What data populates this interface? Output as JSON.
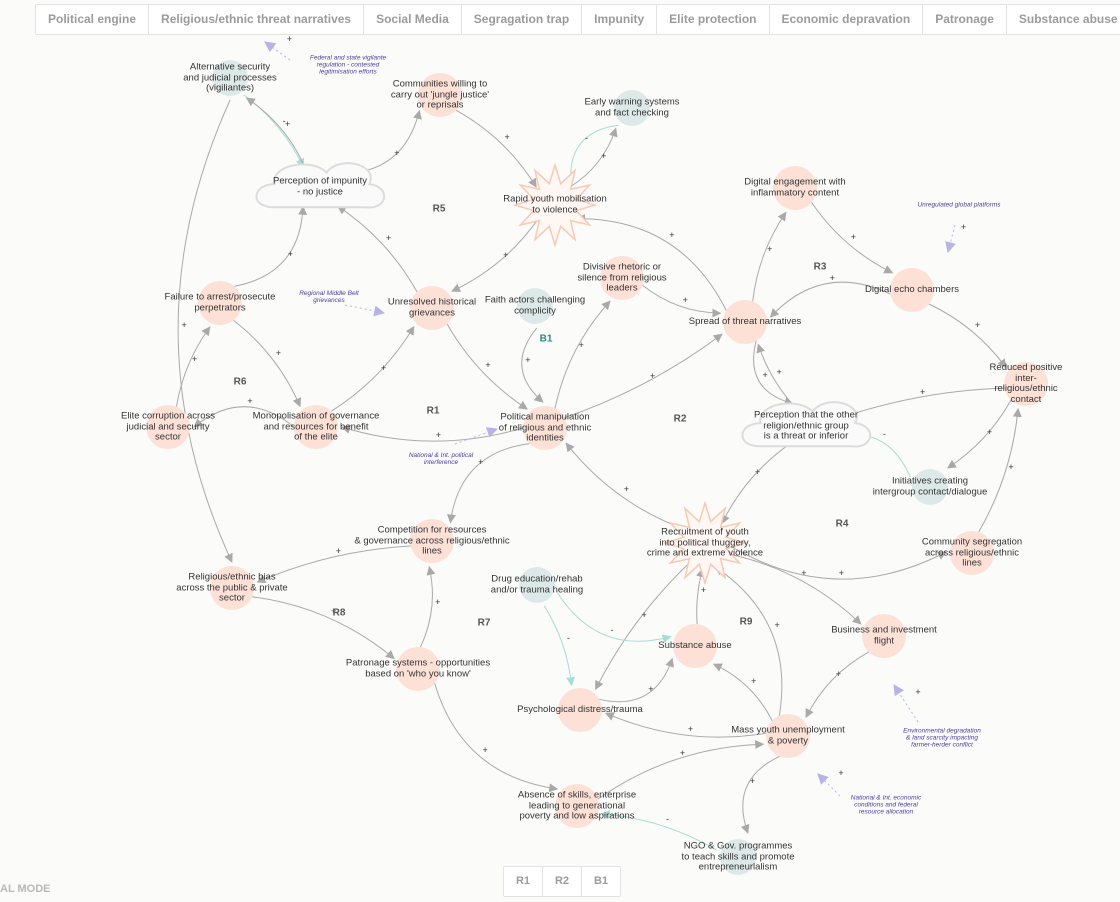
{
  "tabs": [
    "Political engine",
    "Religious/ethnic threat narratives",
    "Social Media",
    "Segragation trap",
    "Impunity",
    "Elite protection",
    "Economic depravation",
    "Patronage",
    "Substance abuse"
  ],
  "loop_buttons": [
    "R1",
    "R2",
    "B1"
  ],
  "mode_label": "AL MODE",
  "colors": {
    "factor": "#fde1d6",
    "intervention": "#dde9e8",
    "perception": "#efefef",
    "arrow": "#a9a9a9",
    "balancing_arrow": "#a6ddd6",
    "external": "#b8b3e6",
    "note_text": "#4b3e9e",
    "text": "#333333"
  },
  "nodes": [
    {
      "id": "alt",
      "label": "Alternative security\nand judicial processes\n(vigiliantes)",
      "kind": "intervention"
    },
    {
      "id": "comm",
      "label": "Communities willing to\ncarry out 'jungle justice'\nor reprisals",
      "kind": "factor"
    },
    {
      "id": "early",
      "label": "Early warning systems\nand fact checking",
      "kind": "intervention"
    },
    {
      "id": "imp",
      "label": "Perception of impunity\n- no justice",
      "kind": "perception"
    },
    {
      "id": "rapid",
      "label": "Rapid youth mobilisation\nto violence",
      "kind": "event"
    },
    {
      "id": "dige",
      "label": "Digital engagement with\ninflammatory content",
      "kind": "factor"
    },
    {
      "id": "echo",
      "label": "Digital echo chambers",
      "kind": "factor"
    },
    {
      "id": "fail",
      "label": "Failure to arrest/prosecute\nperpetrators",
      "kind": "factor"
    },
    {
      "id": "unres",
      "label": "Unresolved historical\ngrievances",
      "kind": "factor"
    },
    {
      "id": "faith",
      "label": "Faith actors challenging\ncomplicity",
      "kind": "intervention"
    },
    {
      "id": "divis",
      "label": "Divisive rhetoric or\nsilence from religious\nleaders",
      "kind": "factor"
    },
    {
      "id": "spread",
      "label": "Spread of threat narratives",
      "kind": "factor"
    },
    {
      "id": "reduced",
      "label": "Reduced positive inter-\nreligious/ethnic contact",
      "kind": "factor"
    },
    {
      "id": "elite",
      "label": "Elite corruption across\njudicial and security\nsector",
      "kind": "factor"
    },
    {
      "id": "mono",
      "label": "Monopolisation of governance\nand resources for benefit\nof the elite",
      "kind": "factor"
    },
    {
      "id": "polman",
      "label": "Political manipulation\nof religious and ethnic\nidentities",
      "kind": "factor"
    },
    {
      "id": "percep",
      "label": "Perception that the other\nreligion/ethnic group\nis a threat or inferior",
      "kind": "perception"
    },
    {
      "id": "init",
      "label": "Initiatives creating\nintergroup contact/dialogue",
      "kind": "intervention"
    },
    {
      "id": "compet",
      "label": "Competition for resources\n& governance across religious/ethnic\nlines",
      "kind": "factor"
    },
    {
      "id": "recruit",
      "label": "Recruitment of youth\ninto political thuggery,\ncrime and extreme violence",
      "kind": "event"
    },
    {
      "id": "commseg",
      "label": "Community segregation\nacross religious/ethnic\nlines",
      "kind": "factor"
    },
    {
      "id": "bias",
      "label": "Religious/ethnic bias\nacross the public & private\nsector",
      "kind": "factor"
    },
    {
      "id": "drug",
      "label": "Drug education/rehab\nand/or trauma healing",
      "kind": "intervention"
    },
    {
      "id": "subst",
      "label": "Substance abuse",
      "kind": "factor"
    },
    {
      "id": "business",
      "label": "Business and investment\nflight",
      "kind": "factor"
    },
    {
      "id": "patron",
      "label": "Patronage systems - opportunities\nbased on 'who you know'",
      "kind": "factor"
    },
    {
      "id": "psych",
      "label": "Psychological distress/trauma",
      "kind": "factor"
    },
    {
      "id": "mass",
      "label": "Mass youth unemployment\n& poverty",
      "kind": "factor"
    },
    {
      "id": "absence",
      "label": "Absence of skills, enterprise\nleading to generational\npoverty and low aspirations",
      "kind": "factor"
    },
    {
      "id": "ngo",
      "label": "NGO & Gov. programmes\nto teach skills and promote\nentrepreneurlalism",
      "kind": "intervention"
    }
  ],
  "notes": [
    {
      "id": "fed",
      "text": "Federal and state vigilante\nregulation - contested\nlegitimisation efforts"
    },
    {
      "id": "unreg",
      "text": "Unregulated global platforms"
    },
    {
      "id": "regional",
      "text": "Regional Middle Belt\ngrievances"
    },
    {
      "id": "natint",
      "text": "National & Int. political\ninterference"
    },
    {
      "id": "env",
      "text": "Environmental degradation\n& land scarcity impacting\nfarmer-herder conflict"
    },
    {
      "id": "econ",
      "text": "National & Int. economic\nconditions and federal\nresource allocation"
    }
  ],
  "loops": [
    "R5",
    "R3",
    "R6",
    "R1",
    "B1",
    "R2",
    "R4",
    "R8",
    "R7",
    "R9"
  ],
  "links": [
    {
      "from": "alt",
      "to": "imp",
      "sign": "-"
    },
    {
      "from": "imp",
      "to": "alt",
      "sign": "+"
    },
    {
      "from": "imp",
      "to": "comm",
      "sign": "+"
    },
    {
      "from": "comm",
      "to": "rapid",
      "sign": "+"
    },
    {
      "from": "rapid",
      "to": "early",
      "sign": "+"
    },
    {
      "from": "early",
      "to": "rapid",
      "sign": "-"
    },
    {
      "from": "rapid",
      "to": "unres",
      "sign": "+"
    },
    {
      "from": "unres",
      "to": "imp",
      "sign": "+"
    },
    {
      "from": "fail",
      "to": "imp",
      "sign": "+"
    },
    {
      "from": "fail",
      "to": "mono",
      "sign": "+"
    },
    {
      "from": "mono",
      "to": "unres",
      "sign": "+"
    },
    {
      "from": "mono",
      "to": "elite",
      "sign": "+"
    },
    {
      "from": "elite",
      "to": "fail",
      "sign": "+"
    },
    {
      "from": "unres",
      "to": "polman",
      "sign": "+"
    },
    {
      "from": "faith",
      "to": "polman",
      "sign": "+"
    },
    {
      "from": "polman",
      "to": "divis",
      "sign": "+"
    },
    {
      "from": "polman",
      "to": "spread",
      "sign": "+"
    },
    {
      "from": "polman",
      "to": "compet",
      "sign": "+"
    },
    {
      "from": "polman",
      "to": "mono",
      "sign": "+"
    },
    {
      "from": "divis",
      "to": "spread",
      "sign": "+"
    },
    {
      "from": "spread",
      "to": "rapid",
      "sign": "+"
    },
    {
      "from": "spread",
      "to": "dige",
      "sign": "+"
    },
    {
      "from": "dige",
      "to": "echo",
      "sign": "+"
    },
    {
      "from": "echo",
      "to": "spread",
      "sign": "+"
    },
    {
      "from": "echo",
      "to": "reduced",
      "sign": "+"
    },
    {
      "from": "reduced",
      "to": "percep",
      "sign": "+"
    },
    {
      "from": "spread",
      "to": "percep",
      "sign": "+"
    },
    {
      "from": "percep",
      "to": "spread",
      "sign": "+"
    },
    {
      "from": "percep",
      "to": "recruit",
      "sign": "+"
    },
    {
      "from": "init",
      "to": "percep",
      "sign": "-"
    },
    {
      "from": "reduced",
      "to": "init",
      "sign": "+"
    },
    {
      "from": "commseg",
      "to": "reduced",
      "sign": "+"
    },
    {
      "from": "recruit",
      "to": "commseg",
      "sign": "+"
    },
    {
      "from": "recruit",
      "to": "polman",
      "sign": "+"
    },
    {
      "from": "compet",
      "to": "bias",
      "sign": "+"
    },
    {
      "from": "alt",
      "to": "bias",
      "sign": "+"
    },
    {
      "from": "bias",
      "to": "patron",
      "sign": "+"
    },
    {
      "from": "patron",
      "to": "compet",
      "sign": "+"
    },
    {
      "from": "patron",
      "to": "absence",
      "sign": "+"
    },
    {
      "from": "absence",
      "to": "mass",
      "sign": "+"
    },
    {
      "from": "ngo",
      "to": "absence",
      "sign": "-"
    },
    {
      "from": "mass",
      "to": "ngo",
      "sign": "+"
    },
    {
      "from": "mass",
      "to": "psych",
      "sign": "+"
    },
    {
      "from": "mass",
      "to": "subst",
      "sign": "+"
    },
    {
      "from": "mass",
      "to": "recruit",
      "sign": "+"
    },
    {
      "from": "recruit",
      "to": "business",
      "sign": "+"
    },
    {
      "from": "business",
      "to": "mass",
      "sign": "+"
    },
    {
      "from": "psych",
      "to": "subst",
      "sign": "+"
    },
    {
      "from": "subst",
      "to": "recruit",
      "sign": "+"
    },
    {
      "from": "recruit",
      "to": "psych",
      "sign": "+"
    },
    {
      "from": "drug",
      "to": "subst",
      "sign": "-"
    },
    {
      "from": "drug",
      "to": "psych",
      "sign": "-"
    },
    {
      "from": "fed",
      "to": "alt",
      "sign": "+"
    },
    {
      "from": "unreg",
      "to": "echo",
      "sign": "+"
    },
    {
      "from": "regional",
      "to": "unres",
      "sign": ""
    },
    {
      "from": "natint",
      "to": "polman",
      "sign": ""
    },
    {
      "from": "env",
      "to": "business",
      "sign": "+"
    },
    {
      "from": "econ",
      "to": "mass",
      "sign": "+"
    }
  ]
}
